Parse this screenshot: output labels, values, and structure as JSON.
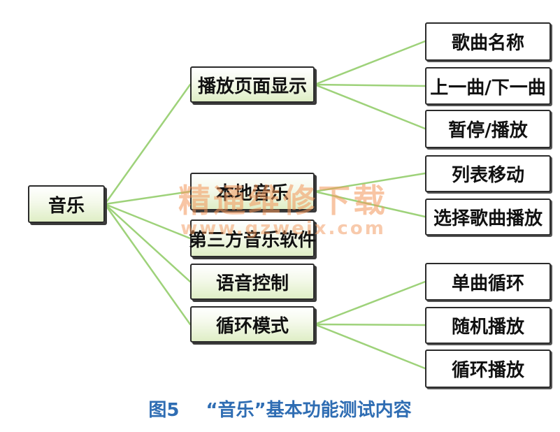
{
  "colors": {
    "connector": "#9ed27a",
    "caption": "#2f6db3",
    "watermark": "#f2965a"
  },
  "root": "音乐",
  "categories": [
    {
      "label": "播放页面显示",
      "children": [
        "歌曲名称",
        "上一曲/下一曲",
        "暂停/播放"
      ]
    },
    {
      "label": "本地音乐",
      "children": [
        "列表移动",
        "选择歌曲播放"
      ]
    },
    {
      "label": "第三方音乐软件",
      "children": []
    },
    {
      "label": "语音控制",
      "children": []
    },
    {
      "label": "循环模式",
      "children": [
        "单曲循环",
        "随机播放",
        "循环播放"
      ]
    }
  ],
  "caption": {
    "figure": "图5",
    "text": "“音乐”基本功能测试内容"
  },
  "watermark": {
    "text": "精通维修下载",
    "url": "www.gzweix.com"
  }
}
